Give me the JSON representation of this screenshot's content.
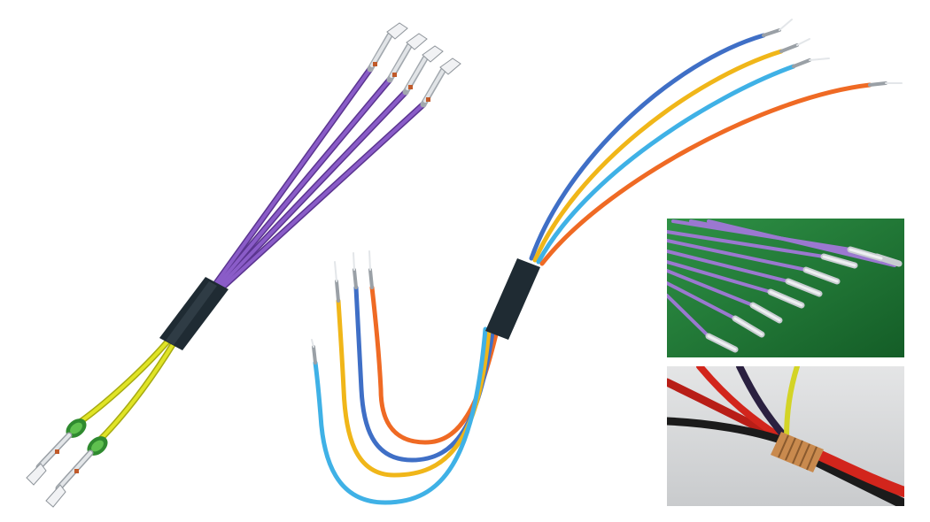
{
  "scene": {
    "background": "#ffffff",
    "colors": {
      "purple": "#7a4cb6",
      "yellow": "#d8dc1c",
      "sheath": "#1f2b33",
      "seal": "#3d9a3a",
      "blue": "#3f6fc6",
      "gold": "#f0b619",
      "cyan": "#3fb1e6",
      "orange": "#ef6a24",
      "terminal": "#c9cdd2",
      "pcb": "#1f7a35",
      "red": "#d2251c",
      "copper": "#c98a4e"
    },
    "items": [
      {
        "name": "purple-yellow-harness",
        "icon": "wire-harness-icon"
      },
      {
        "name": "multicolor-harness",
        "icon": "wire-harness-icon"
      },
      {
        "name": "terminals-photo",
        "icon": "photo-icon"
      },
      {
        "name": "splice-photo",
        "icon": "photo-icon"
      }
    ]
  }
}
